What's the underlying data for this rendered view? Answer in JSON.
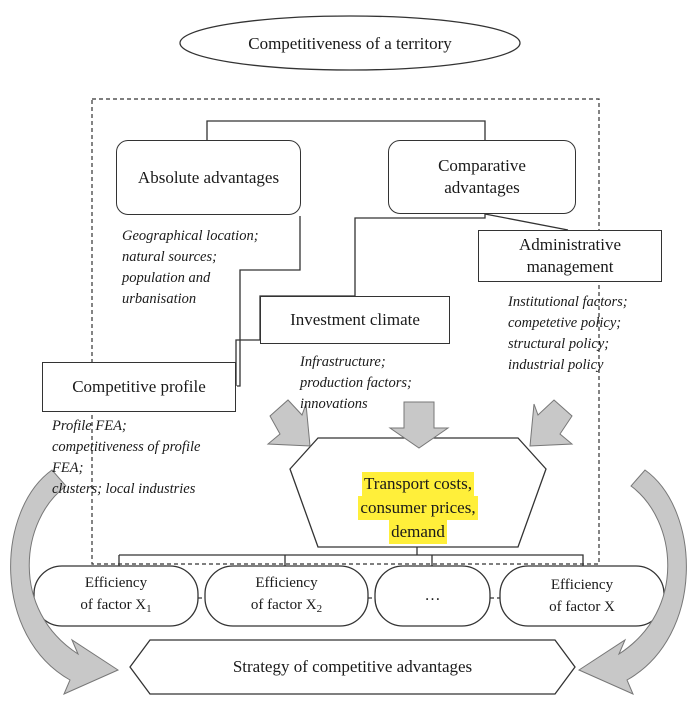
{
  "title": "Competitiveness of a territory",
  "boxes": {
    "absolute": "Absolute advantages",
    "comparative": [
      "Comparative",
      "advantages"
    ],
    "administrative": [
      "Administrative",
      "management"
    ],
    "investment": "Investment climate",
    "profile": "Competitive profile"
  },
  "notes": {
    "absolute": [
      "Geographical location;",
      "natural sources;",
      "population and",
      "urbanisation"
    ],
    "administrative": [
      "Institutional factors;",
      "competetive policy;",
      "structural policy;",
      "industrial policy"
    ],
    "investment": [
      "Infrastructure;",
      "production factors;",
      "innovations"
    ],
    "profile": [
      "Profile FEA;",
      "competitiveness of profile",
      "FEA;",
      "clusters; local industries"
    ]
  },
  "center": [
    "Transport costs,",
    "consumer prices,",
    "demand"
  ],
  "efficiency": {
    "line1": "Efficiency",
    "f1": "of factor X",
    "f1_sub": "1",
    "f2": "of factor X",
    "f2_sub": "2",
    "ellipsis": "…",
    "f3": "of factor X"
  },
  "strategy": "Strategy of competitive advantages",
  "colors": {
    "arrow_fill": "#c8c8c8",
    "highlight": "#ffef3a",
    "line": "#333333"
  }
}
